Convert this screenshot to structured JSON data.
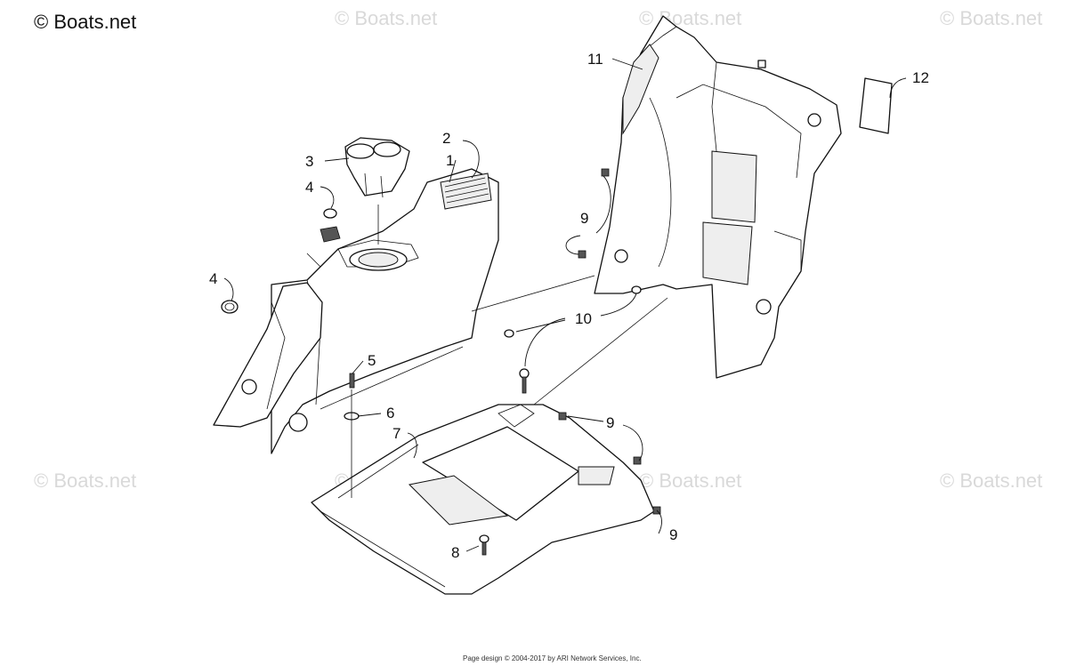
{
  "watermark": {
    "brand": "© Boats.net"
  },
  "callouts": {
    "c1": "1",
    "c2": "2",
    "c3": "3",
    "c4a": "4",
    "c4b": "4",
    "c5": "5",
    "c6": "6",
    "c7": "7",
    "c8": "8",
    "c9a": "9",
    "c9b": "9",
    "c9c": "9",
    "c10": "10",
    "c11": "11",
    "c12": "12"
  },
  "footer": {
    "text": "Page design © 2004-2017 by ARI Network Services, Inc."
  }
}
